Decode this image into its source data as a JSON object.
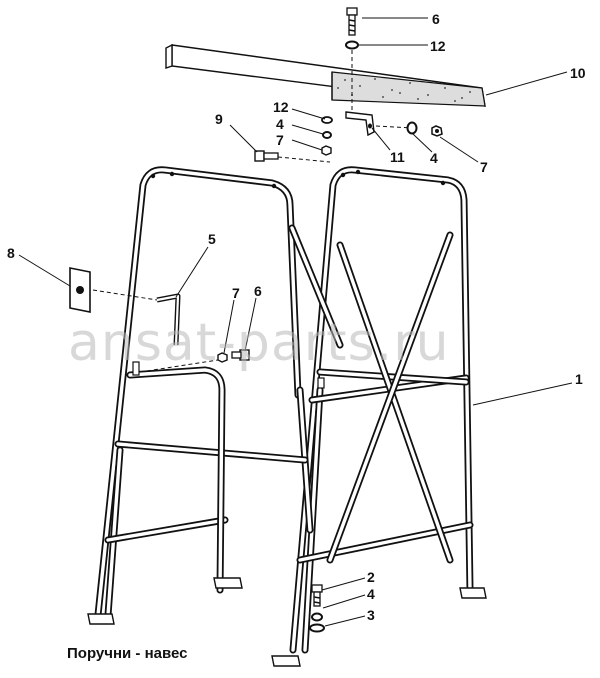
{
  "caption": "Поручни - навес",
  "watermark": "ansat-parts.ru",
  "callouts": {
    "c1": "1",
    "c2": "2",
    "c3": "3",
    "c4a": "4",
    "c4b": "4",
    "c4c": "4",
    "c5": "5",
    "c6a": "6",
    "c6b": "6",
    "c7a": "7",
    "c7b": "7",
    "c7c": "7",
    "c8": "8",
    "c9": "9",
    "c10": "10",
    "c11": "11",
    "c12a": "12",
    "c12b": "12"
  }
}
